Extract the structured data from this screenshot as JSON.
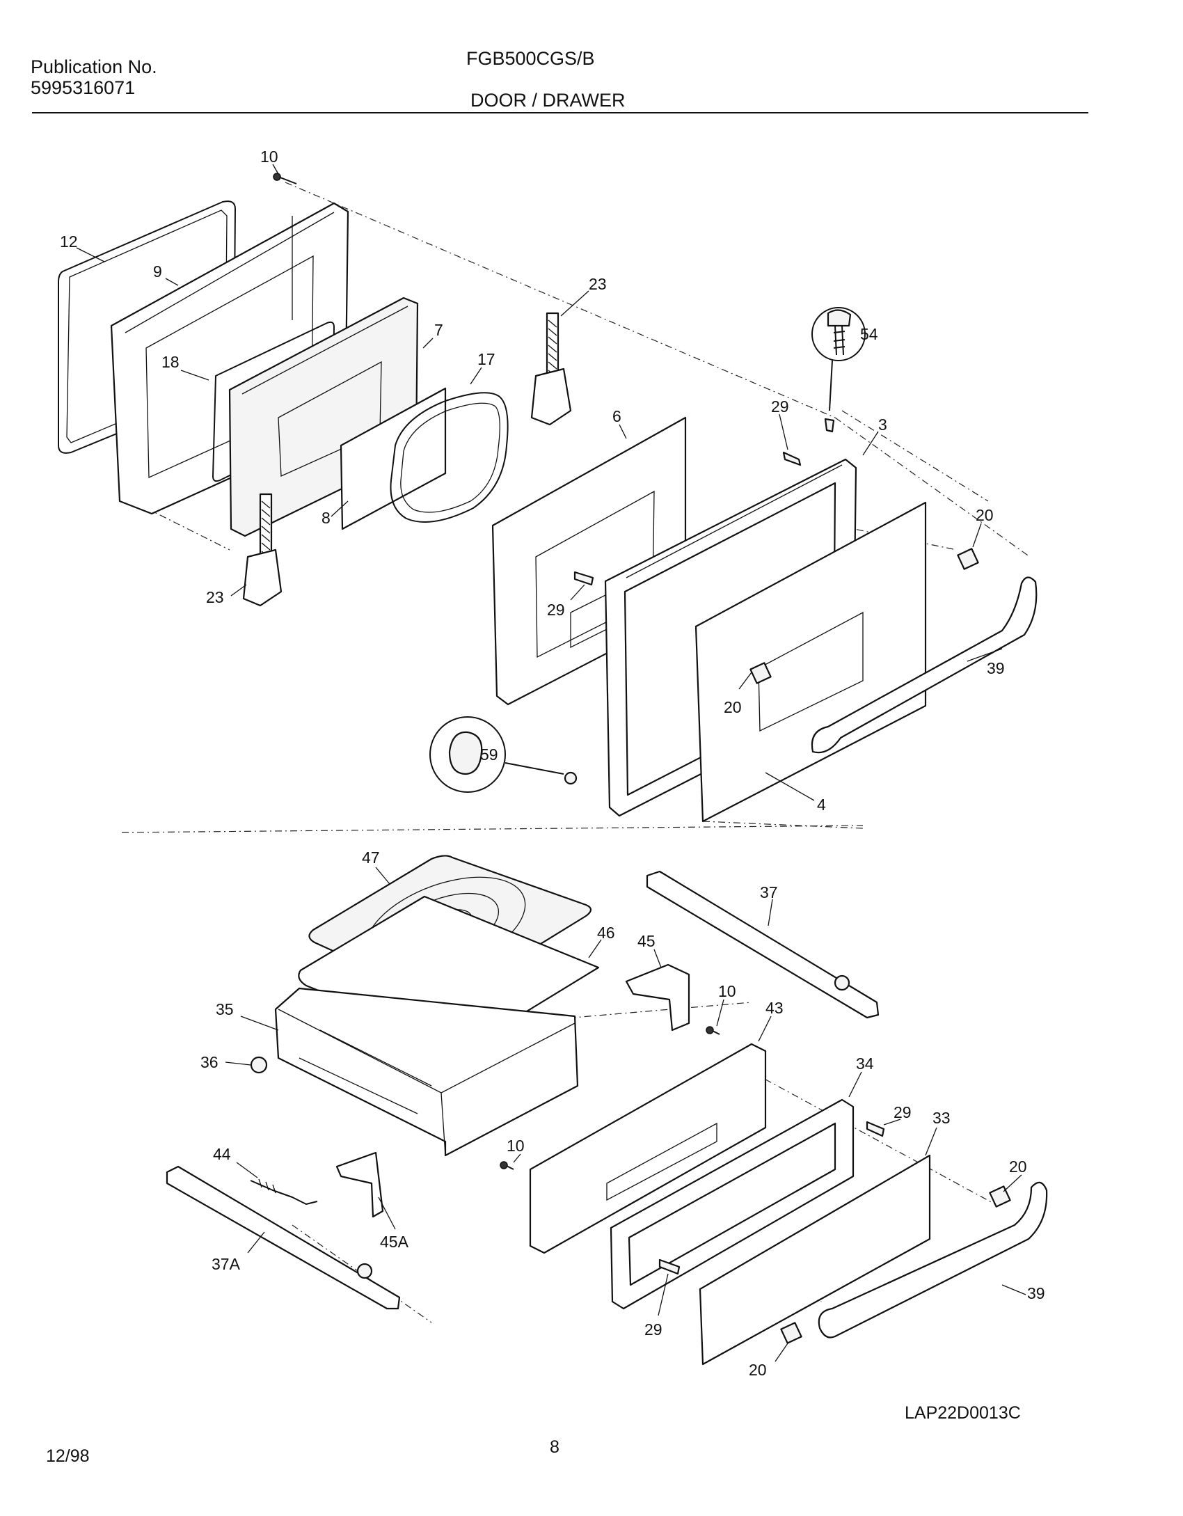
{
  "header": {
    "publication_label": "Publication No.",
    "publication_number": "5995316071",
    "model": "FGB500CGS/B",
    "section": "DOOR / DRAWER"
  },
  "callouts": {
    "c10a": "10",
    "c12": "12",
    "c9": "9",
    "c18": "18",
    "c7": "7",
    "c17": "17",
    "c8": "8",
    "c23a": "23",
    "c23b": "23",
    "c6": "6",
    "c29a": "29",
    "c29b": "29",
    "c54": "54",
    "c3": "3",
    "c20a": "20",
    "c20b": "20",
    "c39a": "39",
    "c59": "59",
    "c4": "4",
    "c47": "47",
    "c46": "46",
    "c45": "45",
    "c37": "37",
    "c10b": "10",
    "c43": "43",
    "c35": "35",
    "c36": "36",
    "c34": "34",
    "c29c": "29",
    "c33": "33",
    "c10c": "10",
    "c44": "44",
    "c20c": "20",
    "c37a": "37A",
    "c45a": "45A",
    "c39b": "39",
    "c29d": "29",
    "c20d": "20"
  },
  "footer": {
    "drawing_code": "LAP22D0013C",
    "date": "12/98",
    "page": "8"
  }
}
